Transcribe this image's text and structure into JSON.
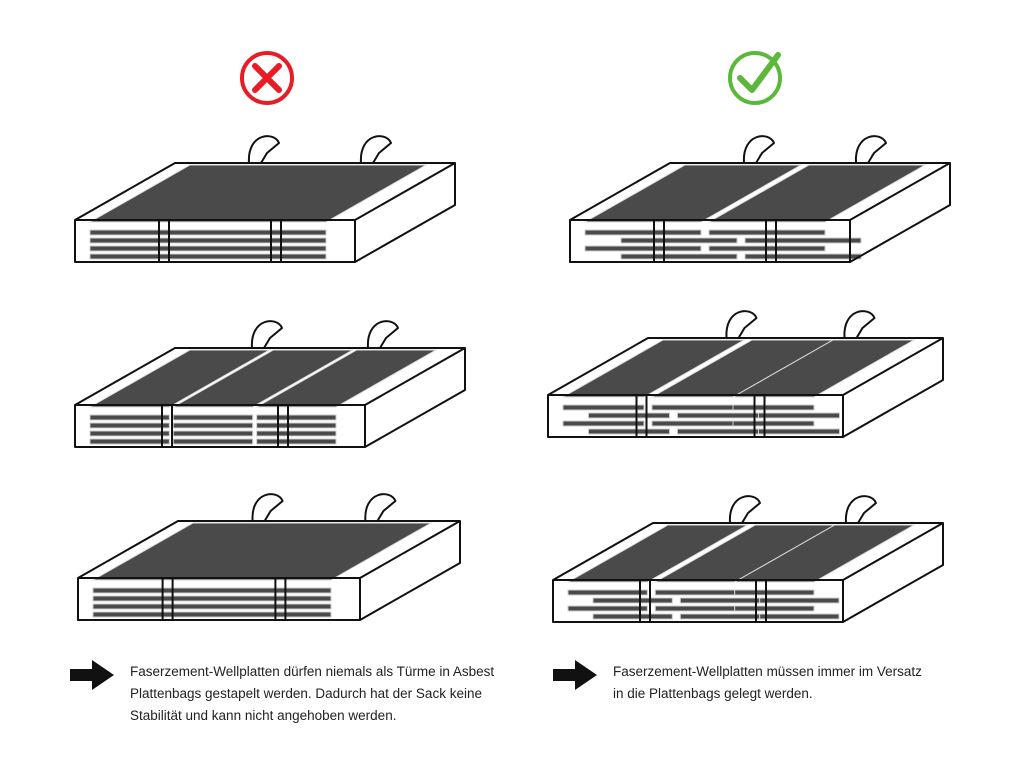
{
  "colors": {
    "wrong": "#e81c24",
    "right": "#5cb83a",
    "plate": "#4a4a4a",
    "stroke": "#111111"
  },
  "columns": [
    {
      "status": "wrong",
      "icon": "cross-circle-icon",
      "caption": "Faserzement-Wellplatten dürfen niemals als Türme in Asbest Plattenbags gestapelt werden. Dadurch hat der Sack keine Stabilität und kann nicht angehoben werden."
    },
    {
      "status": "right",
      "icon": "check-circle-icon",
      "caption": "Faserzement-Wellplatten müssen immer im Versatz in die Plattenbags gelegt werden."
    }
  ]
}
